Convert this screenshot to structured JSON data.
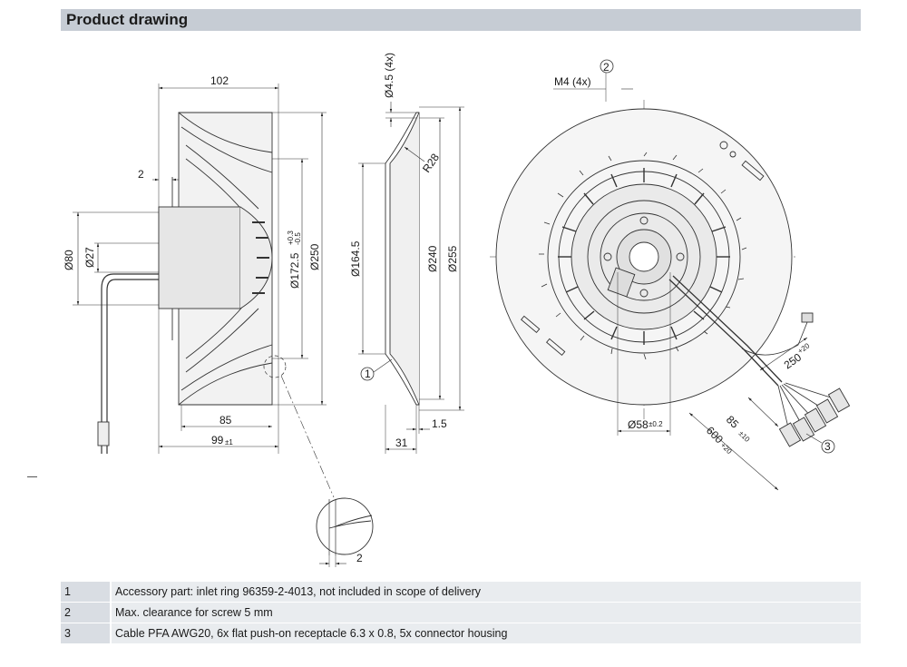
{
  "header": {
    "title": "Product drawing"
  },
  "dimensions": {
    "side_view": {
      "width_top": "102",
      "gap": "2",
      "dia_hub": "Ø80",
      "dia_shaft": "Ø27",
      "dia_rotor": "Ø172.5",
      "dia_rotor_tol_up": "+0.3",
      "dia_rotor_tol_low": "-0.5",
      "dia_outer": "Ø250",
      "depth": "85",
      "total_depth": "99",
      "total_depth_tol": "±1"
    },
    "ring_view": {
      "hole": "Ø4.5 (4x)",
      "radius": "R28",
      "dia_inlet": "Ø164.5",
      "dia_mid": "Ø240",
      "dia_outer": "Ø255",
      "width": "31",
      "thickness": "1.5",
      "callout": "1"
    },
    "detail": {
      "gap": "2"
    },
    "front_view": {
      "thread": "M4 (4x)",
      "callout_screw": "2",
      "hub_dia": "Ø58",
      "hub_tol": "±0.2",
      "cable_250": "250",
      "cable_250_tol": "+20",
      "cable_85": "85",
      "cable_85_tol": "±10",
      "cable_600": "600",
      "cable_600_tol": "+20",
      "callout_cable": "3"
    }
  },
  "notes": [
    {
      "num": "1",
      "text": "Accessory part: inlet ring 96359-2-4013, not included in scope of delivery"
    },
    {
      "num": "2",
      "text": "Max. clearance for screw 5 mm"
    },
    {
      "num": "3",
      "text": "Cable PFA AWG20, 6x flat push-on receptacle 6.3 x 0.8, 5x connector housing"
    }
  ]
}
